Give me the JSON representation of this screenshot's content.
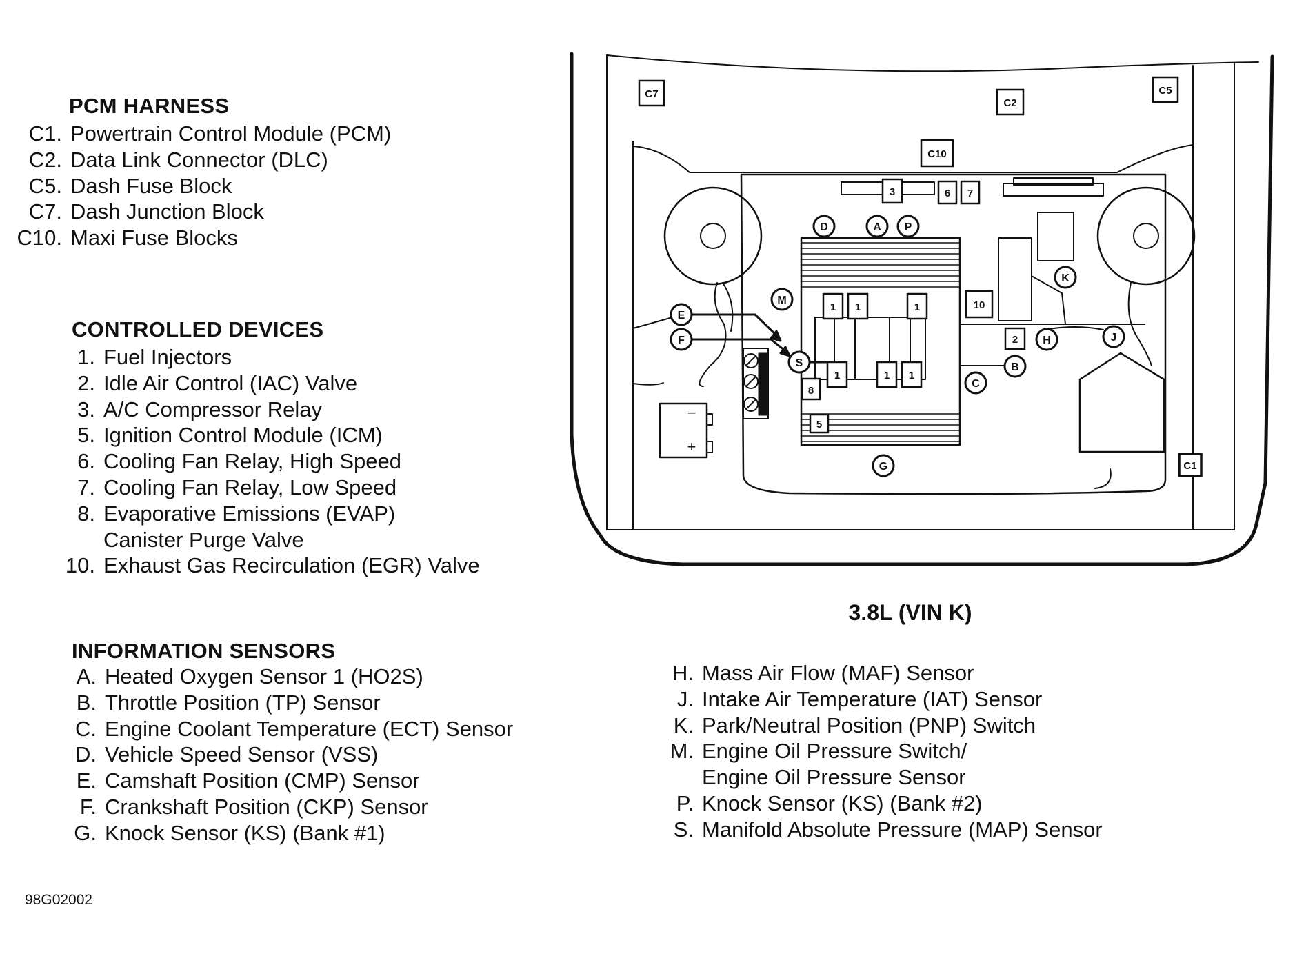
{
  "pcm_harness": {
    "title": "PCM HARNESS",
    "items": [
      {
        "code": "C1.",
        "label": "Powertrain Control Module (PCM)"
      },
      {
        "code": "C2.",
        "label": "Data Link Connector (DLC)"
      },
      {
        "code": "C5.",
        "label": "Dash Fuse Block"
      },
      {
        "code": "C7.",
        "label": "Dash Junction Block"
      },
      {
        "code": "C10.",
        "label": "Maxi Fuse Blocks"
      }
    ]
  },
  "controlled_devices": {
    "title": "CONTROLLED DEVICES",
    "items": [
      {
        "code": "1.",
        "label": "Fuel Injectors"
      },
      {
        "code": "2.",
        "label": "Idle Air Control (IAC) Valve"
      },
      {
        "code": "3.",
        "label": "A/C Compressor Relay"
      },
      {
        "code": "5.",
        "label": "Ignition Control Module (ICM)"
      },
      {
        "code": "6.",
        "label": "Cooling Fan Relay, High Speed"
      },
      {
        "code": "7.",
        "label": "Cooling Fan Relay, Low Speed"
      },
      {
        "code": "8.",
        "label": "Evaporative Emissions (EVAP)"
      },
      {
        "code": "",
        "label": "Canister Purge Valve"
      },
      {
        "code": "10.",
        "label": "Exhaust Gas Recirculation (EGR) Valve"
      }
    ]
  },
  "information_sensors": {
    "title": "INFORMATION SENSORS",
    "left": [
      {
        "code": "A.",
        "label": "Heated Oxygen Sensor 1 (HO2S)"
      },
      {
        "code": "B.",
        "label": "Throttle Position (TP) Sensor"
      },
      {
        "code": "C.",
        "label": "Engine Coolant Temperature (ECT) Sensor"
      },
      {
        "code": "D.",
        "label": "Vehicle Speed Sensor (VSS)"
      },
      {
        "code": "E.",
        "label": "Camshaft Position (CMP) Sensor"
      },
      {
        "code": "F.",
        "label": "Crankshaft Position  (CKP) Sensor"
      },
      {
        "code": "G.",
        "label": "Knock Sensor (KS) (Bank #1)"
      }
    ],
    "right": [
      {
        "code": "H.",
        "label": "Mass Air Flow (MAF) Sensor"
      },
      {
        "code": "J.",
        "label": "Intake Air Temperature (IAT) Sensor"
      },
      {
        "code": "K.",
        "label": "Park/Neutral Position (PNP) Switch"
      },
      {
        "code": "M.",
        "label": "Engine Oil Pressure Switch/"
      },
      {
        "code": "",
        "label": "Engine Oil Pressure Sensor"
      },
      {
        "code": "P.",
        "label": "Knock Sensor (KS) (Bank #2)"
      },
      {
        "code": "S.",
        "label": "Manifold Absolute Pressure (MAP) Sensor"
      }
    ]
  },
  "diagram": {
    "engine_label": "3.8L (VIN K)",
    "figure_id": "98G02002",
    "connectors": {
      "c7": "C7",
      "c2": "C2",
      "c5": "C5",
      "c10": "C10",
      "c1": "C1"
    },
    "device_tags": {
      "d3": "3",
      "d6": "6",
      "d7": "7",
      "d10": "10",
      "d2": "2",
      "d8": "8",
      "d5": "5",
      "d1": "1"
    },
    "sensor_tags": {
      "A": "A",
      "B": "B",
      "C": "C",
      "D": "D",
      "E": "E",
      "F": "F",
      "G": "G",
      "H": "H",
      "J": "J",
      "K": "K",
      "M": "M",
      "P": "P",
      "S": "S"
    },
    "battery": {
      "minus": "−",
      "plus": "+"
    }
  }
}
